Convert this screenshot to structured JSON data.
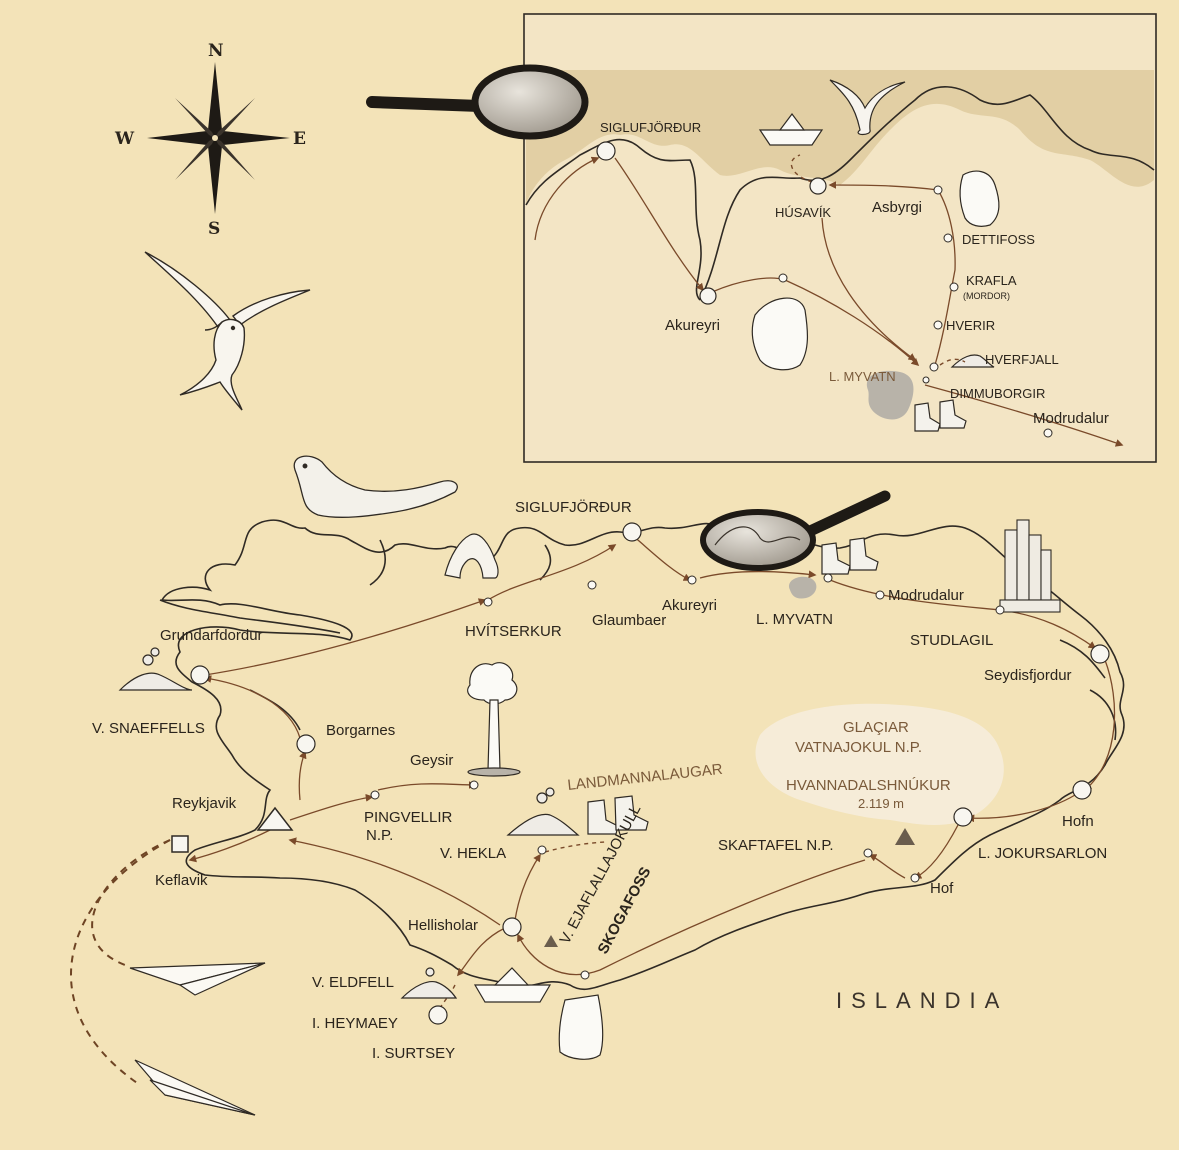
{
  "compass": {
    "n": "N",
    "s": "S",
    "e": "E",
    "w": "W"
  },
  "colors": {
    "paper": "#f3e3b8",
    "inset": "#f3e5c5",
    "ink": "#2f2a24",
    "route": "#7a4a2a",
    "glacier": "#f5ecd9",
    "lake": "#b8b3a9"
  },
  "icons": [
    "compass-rose-icon",
    "arctic-tern-icon",
    "seal-icon",
    "whale-tail-icon",
    "paper-boat-icon",
    "waterfall-icon",
    "geyser-icon",
    "volcano-icon",
    "hiking-boots-icon",
    "magnifying-glass-icon",
    "paper-plane-icon",
    "basalt-column-icon",
    "rock-arch-icon"
  ],
  "inset": {
    "places": [
      {
        "name": "SIGLUFJÖRÐUR"
      },
      {
        "name": "HÚSAVÍK"
      },
      {
        "name": "Asbyrgi"
      },
      {
        "name": "DETTIFOSS"
      },
      {
        "name": "KRAFLA"
      },
      {
        "name": "(MORDOR)"
      },
      {
        "name": "Akureyri"
      },
      {
        "name": "HVERIR"
      },
      {
        "name": "HVERFJALL"
      },
      {
        "name": "L. MYVATN"
      },
      {
        "name": "DIMMUBORGIR"
      },
      {
        "name": "Modrudalur"
      }
    ]
  },
  "main": {
    "places": [
      {
        "name": "SIGLUFJÖRÐUR"
      },
      {
        "name": "Grundarfdordur"
      },
      {
        "name": "HVÍTSERKUR"
      },
      {
        "name": "Glaumbaer"
      },
      {
        "name": "Akureyri"
      },
      {
        "name": "L. MYVATN"
      },
      {
        "name": "Modrudalur"
      },
      {
        "name": "STUDLAGIL"
      },
      {
        "name": "Seydisfjordur"
      },
      {
        "name": "V. SNAEFFELLS"
      },
      {
        "name": "Borgarnes"
      },
      {
        "name": "Geysir"
      },
      {
        "name": "LANDMANNALAUGAR"
      },
      {
        "name": "GLAÇIAR"
      },
      {
        "name": "VATNAJOKUL N.P."
      },
      {
        "name": "HVANNADALSHNÚKUR"
      },
      {
        "name": "2.119 m"
      },
      {
        "name": "Reykjavik"
      },
      {
        "name": "PINGVELLIR"
      },
      {
        "name": "N.P."
      },
      {
        "name": "V. HEKLA"
      },
      {
        "name": "V. EJAFLALLAJOKULL"
      },
      {
        "name": "SKAFTAFEL N.P."
      },
      {
        "name": "Hofn"
      },
      {
        "name": "L. JOKURSARLON"
      },
      {
        "name": "Keflavik"
      },
      {
        "name": "Hof"
      },
      {
        "name": "Hellisholar"
      },
      {
        "name": "SKOGAFOSS"
      },
      {
        "name": "V. ELDFELL"
      },
      {
        "name": "I. HEYMAEY"
      },
      {
        "name": "I. SURTSEY"
      }
    ],
    "country": "ISLANDIA"
  }
}
